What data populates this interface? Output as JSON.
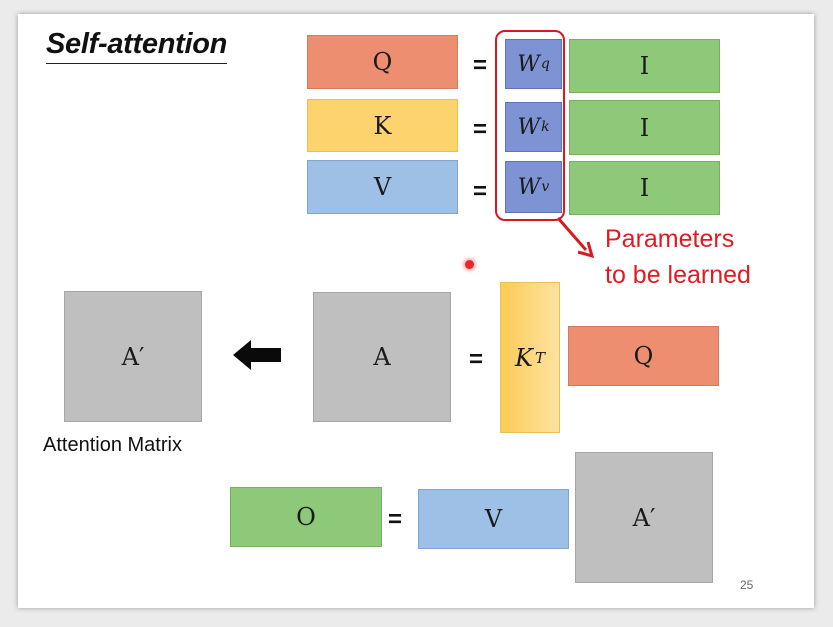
{
  "title": "Self-attention",
  "rows": [
    {
      "left": "Q",
      "w_base": "W",
      "w_sup": "q",
      "right": "I"
    },
    {
      "left": "K",
      "w_base": "W",
      "w_sup": "k",
      "right": "I"
    },
    {
      "left": "V",
      "w_base": "W",
      "w_sup": "v",
      "right": "I"
    }
  ],
  "equals": "=",
  "note_line1": "Parameters",
  "note_line2": "to be learned",
  "attention": {
    "a_prime": "A′",
    "a": "A",
    "kt_base": "K",
    "kt_sup": "T",
    "q": "Q",
    "caption": "Attention Matrix"
  },
  "output": {
    "o": "O",
    "v": "V",
    "a_prime": "A′"
  },
  "page_number": "25",
  "colors": {
    "q": "#ee8e70",
    "k": "#fdd36e",
    "v": "#9ec0e6",
    "i": "#8ec97a",
    "w": "#7d93d4",
    "gray": "#bfbfbf",
    "accent_red": "#d81a1f"
  }
}
